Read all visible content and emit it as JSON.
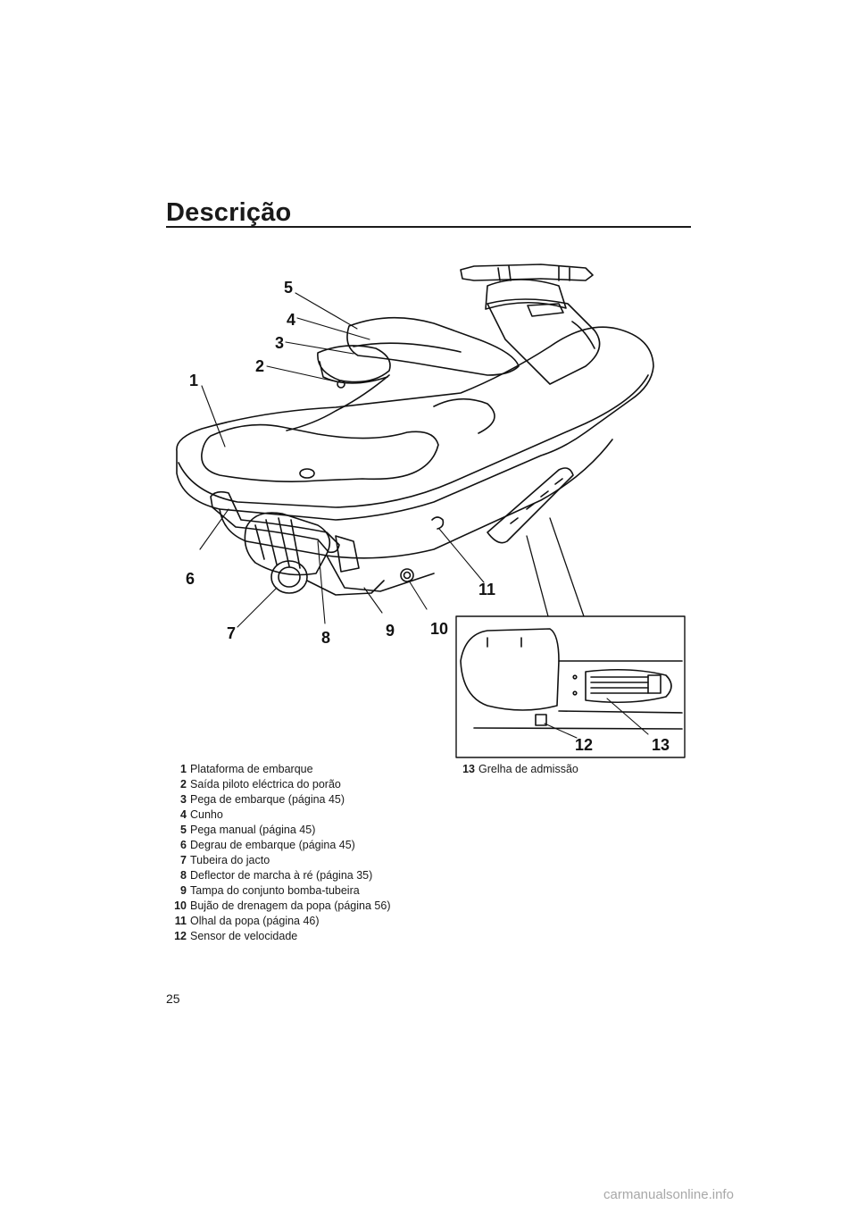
{
  "page": {
    "title": "Descrição",
    "page_number": "25",
    "watermark": "carmanualsonline.info"
  },
  "figure": {
    "callouts": [
      "1",
      "2",
      "3",
      "4",
      "5",
      "6",
      "7",
      "8",
      "9",
      "10",
      "11",
      "12",
      "13"
    ]
  },
  "legend": {
    "left_column": [
      {
        "num": "1",
        "text": "Plataforma de embarque"
      },
      {
        "num": "2",
        "text": "Saída piloto eléctrica do porão"
      },
      {
        "num": "3",
        "text": "Pega de embarque (página 45)"
      },
      {
        "num": "4",
        "text": "Cunho"
      },
      {
        "num": "5",
        "text": "Pega manual (página 45)"
      },
      {
        "num": "6",
        "text": "Degrau de embarque (página 45)"
      },
      {
        "num": "7",
        "text": "Tubeira do jacto"
      },
      {
        "num": "8",
        "text": "Deflector de marcha à ré (página 35)"
      },
      {
        "num": "9",
        "text": "Tampa do conjunto bomba-tubeira"
      },
      {
        "num": "10",
        "text": "Bujão de drenagem da popa (página 56)"
      },
      {
        "num": "11",
        "text": "Olhal da popa (página 46)"
      },
      {
        "num": "12",
        "text": "Sensor de velocidade"
      }
    ],
    "right_column": [
      {
        "num": "13",
        "text": "Grelha de admissão"
      }
    ]
  }
}
